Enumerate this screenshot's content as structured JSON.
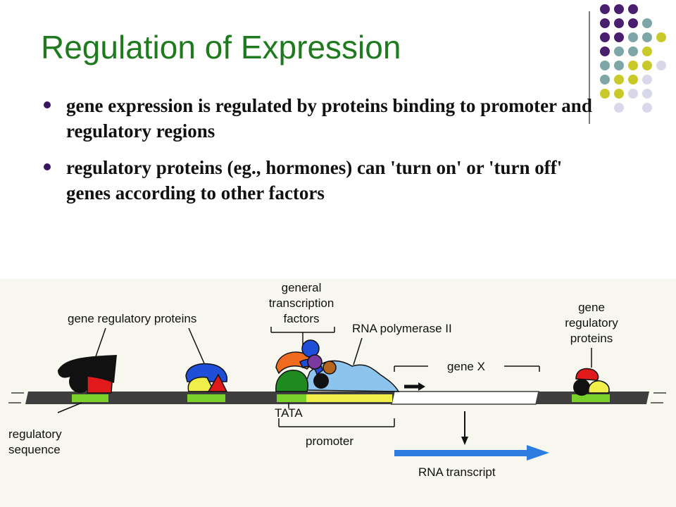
{
  "slide": {
    "title": "Regulation of Expression",
    "bullets": [
      "gene expression is regulated by proteins binding to promoter and regulatory regions",
      "regulatory proteins (eg., hormones) can 'turn on' or 'turn off' genes according to other factors"
    ]
  },
  "diagram": {
    "labels": {
      "gene_regulatory_proteins_left": "gene regulatory proteins",
      "general_transcription_factors": [
        "general",
        "transcription",
        "factors"
      ],
      "rna_polymerase": "RNA polymerase II",
      "gene_x": "gene X",
      "gene_regulatory_proteins_right": [
        "gene",
        "regulatory",
        "proteins"
      ],
      "regulatory_sequence": [
        "regulatory",
        "sequence"
      ],
      "tata": "TATA",
      "promoter": "promoter",
      "rna_transcript": "RNA transcript"
    }
  },
  "theme": {
    "title_color": "#1f7a1f",
    "bullet_color": "#3b1561",
    "dot_colors": [
      "#4b1f6f",
      "#7ea6a6",
      "#c9c92a",
      "#d8d8ea"
    ],
    "dna_dark": "#3e3e3e",
    "regulatory_site": "#7ad12a",
    "promoter_yellow": "#f0ef4a",
    "transcript_blue": "#2d7de0"
  }
}
